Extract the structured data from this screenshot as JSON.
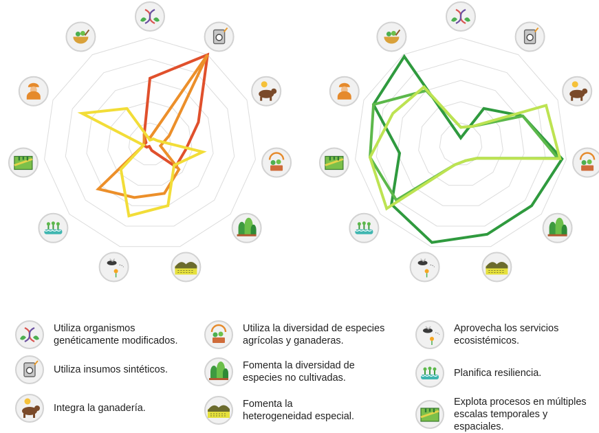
{
  "legend": [
    {
      "icon": "dna-icon",
      "text": "Utiliza organismos\ngenéticamente modificados."
    },
    {
      "icon": "fertilizer-bag-icon",
      "text": "Utiliza insumos sintéticos."
    },
    {
      "icon": "livestock-icon",
      "text": "Integra la ganadería."
    },
    {
      "icon": "crop-diversity-icon",
      "text": "Utiliza la diversidad de especies\nagrícolas y ganaderas."
    },
    {
      "icon": "forest-icon",
      "text": "Fomenta la diversidad de\nespecies no cultivadas."
    },
    {
      "icon": "landscape-icon",
      "text": "Fomenta la\nheterogeneidad especial."
    },
    {
      "icon": "bee-flower-icon",
      "text": "Aprovecha los servicios\necosistémicos."
    },
    {
      "icon": "seedlings-water-icon",
      "text": "Planifica resiliencia."
    },
    {
      "icon": "farm-map-icon",
      "text": "Explota procesos en múltiples\nescalas temporales y espaciales."
    }
  ],
  "chart_data": [
    {
      "type": "radar",
      "levels": 5,
      "axes": [
        "dna-icon",
        "fertilizer-bag-icon",
        "livestock-icon",
        "crop-diversity-icon",
        "forest-icon",
        "landscape-icon",
        "bee-flower-icon",
        "seedlings-water-icon",
        "farm-map-icon",
        "farmer-icon",
        "mortar-icon"
      ],
      "series": [
        {
          "color": "#e0502c",
          "values": [
            3.1,
            5.0,
            2.5,
            1.7,
            1.6,
            0.3,
            0.1,
            0.2,
            0.3,
            0.2,
            0.5
          ]
        },
        {
          "color": "#ec8f2a",
          "values": [
            0.3,
            5.0,
            1.0,
            0.5,
            1.8,
            2.4,
            2.6,
            3.2,
            0.3,
            0.3,
            0.5
          ]
        },
        {
          "color": "#f2dd38",
          "values": [
            0.2,
            0.3,
            0.4,
            2.5,
            1.5,
            3.0,
            3.5,
            1.8,
            0.3,
            3.5,
            2.0
          ]
        }
      ]
    },
    {
      "type": "radar",
      "levels": 5,
      "axes": [
        "dna-icon",
        "fertilizer-bag-icon",
        "livestock-icon",
        "crop-diversity-icon",
        "forest-icon",
        "landscape-icon",
        "bee-flower-icon",
        "seedlings-water-icon",
        "farm-map-icon",
        "farmer-icon",
        "mortar-icon"
      ],
      "series": [
        {
          "color": "#2f9a3e",
          "values": [
            0.3,
            2.0,
            3.2,
            4.8,
            4.4,
            4.4,
            4.8,
            4.3,
            2.9,
            4.5,
            4.9
          ]
        },
        {
          "color": "#5cb84b",
          "values": [
            0.8,
            1.0,
            3.2,
            4.6,
            1.0,
            0.8,
            1.0,
            4.0,
            4.3,
            4.5,
            3.0
          ]
        },
        {
          "color": "#bde352",
          "values": [
            0.8,
            1.0,
            4.4,
            4.7,
            1.0,
            0.8,
            1.0,
            4.6,
            4.3,
            3.5,
            3.2
          ]
        }
      ]
    }
  ]
}
